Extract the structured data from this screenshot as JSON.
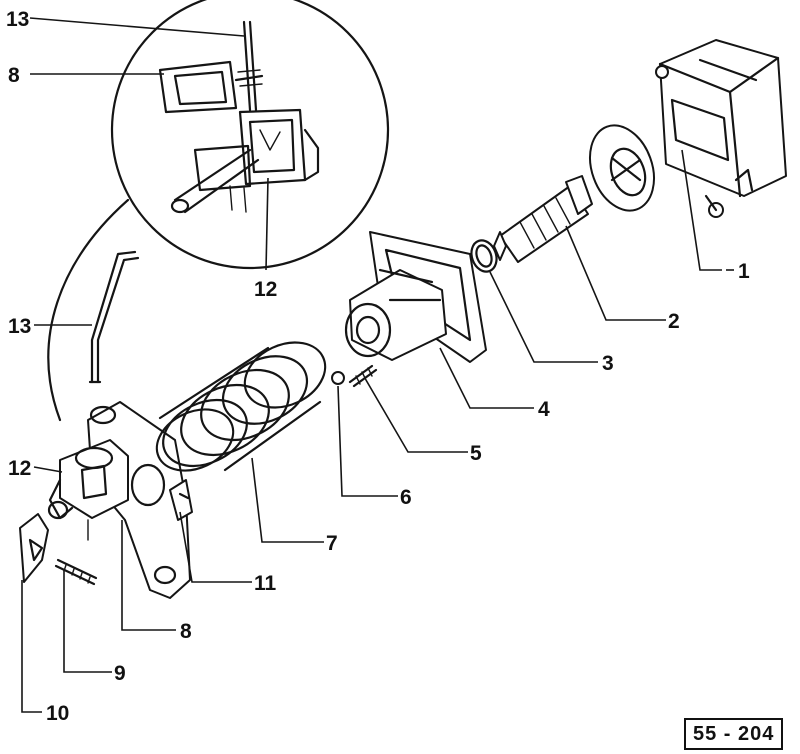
{
  "figure": {
    "reference": "55 - 204",
    "callouts": [
      {
        "key": "c1",
        "text": "1"
      },
      {
        "key": "c2",
        "text": "2"
      },
      {
        "key": "c3",
        "text": "3"
      },
      {
        "key": "c4",
        "text": "4"
      },
      {
        "key": "c5",
        "text": "5"
      },
      {
        "key": "c6",
        "text": "6"
      },
      {
        "key": "c7",
        "text": "7"
      },
      {
        "key": "c8a",
        "text": "8"
      },
      {
        "key": "c8b",
        "text": "8"
      },
      {
        "key": "c9",
        "text": "9"
      },
      {
        "key": "c10",
        "text": "10"
      },
      {
        "key": "c11",
        "text": "11"
      },
      {
        "key": "c12a",
        "text": "12"
      },
      {
        "key": "c12b",
        "text": "12"
      },
      {
        "key": "c13a",
        "text": "13"
      },
      {
        "key": "c13b",
        "text": "13"
      }
    ]
  }
}
